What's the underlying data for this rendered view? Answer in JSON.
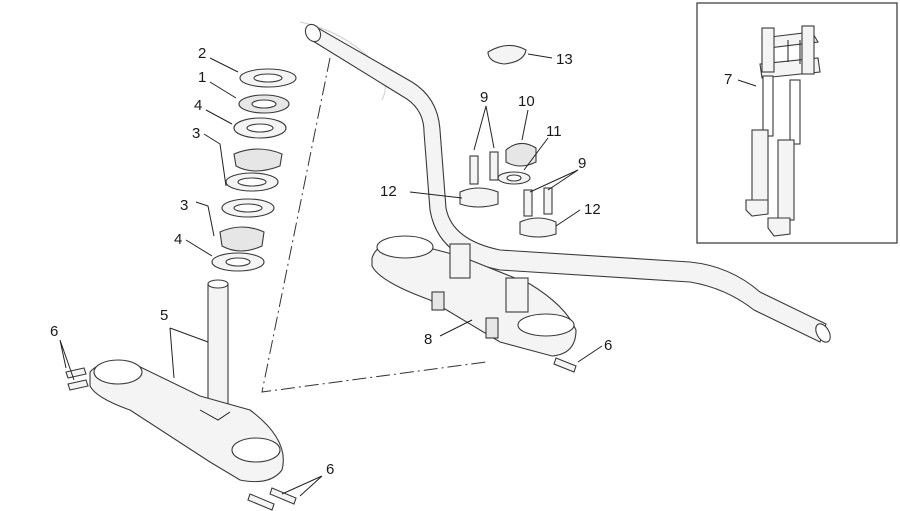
{
  "diagram": {
    "callouts": {
      "c1": "1",
      "c2": "2",
      "c3a": "3",
      "c3b": "3",
      "c4a": "4",
      "c4b": "4",
      "c5": "5",
      "c6a": "6",
      "c6b": "6",
      "c6c": "6",
      "c7": "7",
      "c8": "8",
      "c9a": "9",
      "c9b": "9",
      "c10": "10",
      "c11": "11",
      "c12a": "12",
      "c12b": "12",
      "c13": "13"
    },
    "colors": {
      "line": "#222222",
      "part_fill": "#f4f4f4",
      "background": "#ffffff"
    }
  }
}
